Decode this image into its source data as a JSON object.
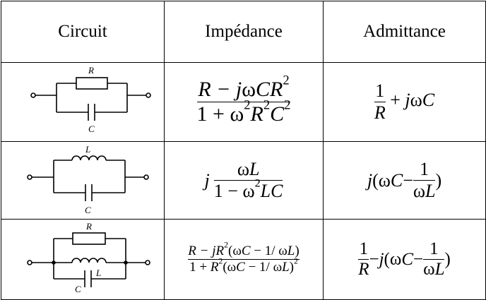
{
  "headers": [
    "Circuit",
    "Impédance",
    "Admittance"
  ],
  "rows": [
    {
      "circuit": {
        "labels": [
          "R",
          "C"
        ]
      },
      "impedance": {
        "num": [
          "R − ",
          "j",
          "ω",
          "CR",
          "2"
        ],
        "den": [
          "1 + ",
          "ω",
          "2",
          "R",
          "2",
          "C",
          "2"
        ]
      },
      "admittance": {
        "frac_num": "1",
        "frac_den": "R",
        "tail": [
          "+ ",
          "j",
          "ω",
          "C"
        ]
      }
    },
    {
      "circuit": {
        "labels": [
          "L",
          "C"
        ]
      },
      "impedance": {
        "prefix": "j",
        "num": [
          "ω",
          "L"
        ],
        "den": [
          "1 − ",
          "ω",
          "2",
          "LC"
        ]
      },
      "admittance": {
        "head": [
          "j",
          "(ω",
          "C",
          " − "
        ],
        "frac_num": "1",
        "frac_den": [
          "ω",
          "L"
        ],
        "close": ")"
      }
    },
    {
      "circuit": {
        "labels": [
          "R",
          "L",
          "C"
        ]
      },
      "impedance": {
        "num": [
          "R − ",
          "jR",
          "2",
          "(ω",
          "C",
          " − 1/ ω",
          "L",
          ")"
        ],
        "den": [
          "1 + ",
          "R",
          "2",
          "(ω",
          "C",
          " − 1/ ω",
          "L",
          ")",
          "2"
        ]
      },
      "admittance": {
        "frac_num": "1",
        "frac_den": "R",
        "mid": [
          "− ",
          "j",
          "(ω",
          "C",
          " − "
        ],
        "frac2_num": "1",
        "frac2_den": [
          "ω",
          "L"
        ],
        "close": ")"
      }
    }
  ]
}
